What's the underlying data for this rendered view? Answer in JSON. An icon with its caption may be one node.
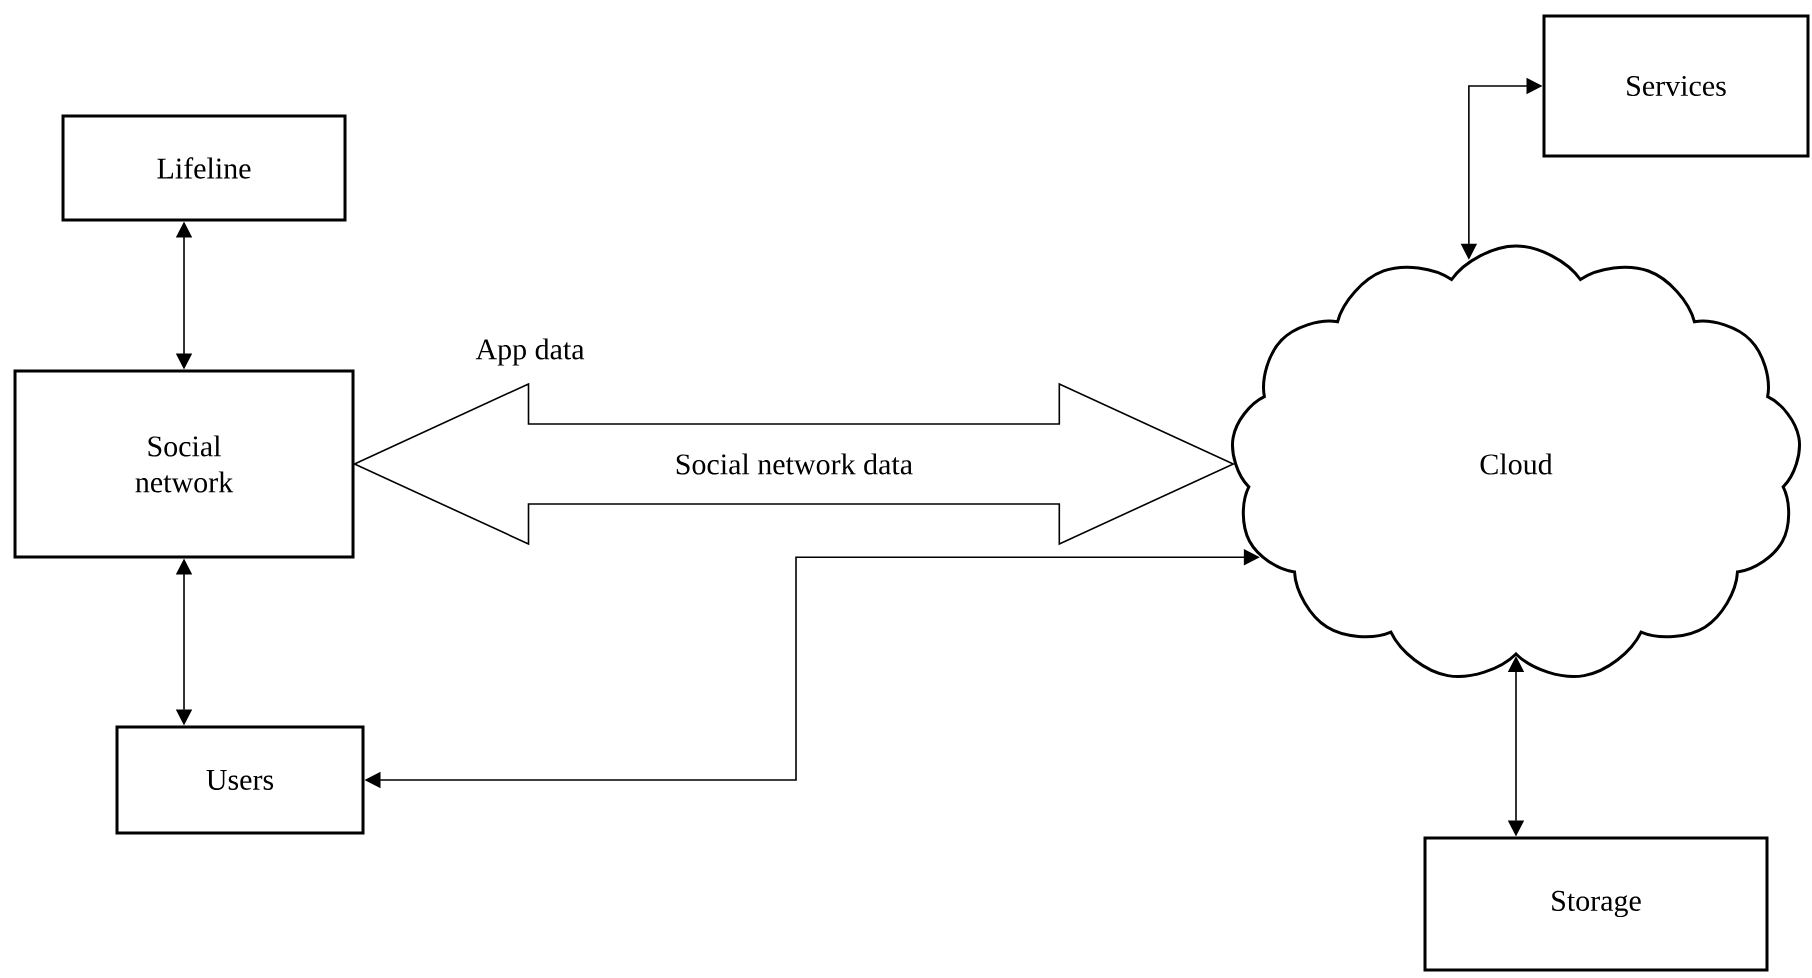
{
  "diagram": {
    "nodes": [
      {
        "text": [
          "Lifeline"
        ]
      },
      {
        "text": [
          "Social network"
        ]
      },
      {
        "text": [
          "Users"
        ]
      },
      {
        "text": [
          "Services"
        ]
      },
      {
        "text": [
          "Cloud"
        ]
      },
      {
        "text": [
          "Storage"
        ]
      }
    ],
    "edges": [
      {
        "from": 0,
        "to": 1,
        "arrow": "both"
      },
      {
        "from": 1,
        "to": 2,
        "arrow": "both"
      },
      {
        "from": 1,
        "to": 4,
        "arrow": "both",
        "label": "Social network data",
        "style": "thick"
      },
      {
        "from": 2,
        "to": 4,
        "arrow": "both"
      },
      {
        "from": 4,
        "to": 3,
        "arrow": "both"
      },
      {
        "from": 4,
        "to": 5,
        "arrow": "both"
      }
    ],
    "labels": [
      "App data"
    ]
  }
}
